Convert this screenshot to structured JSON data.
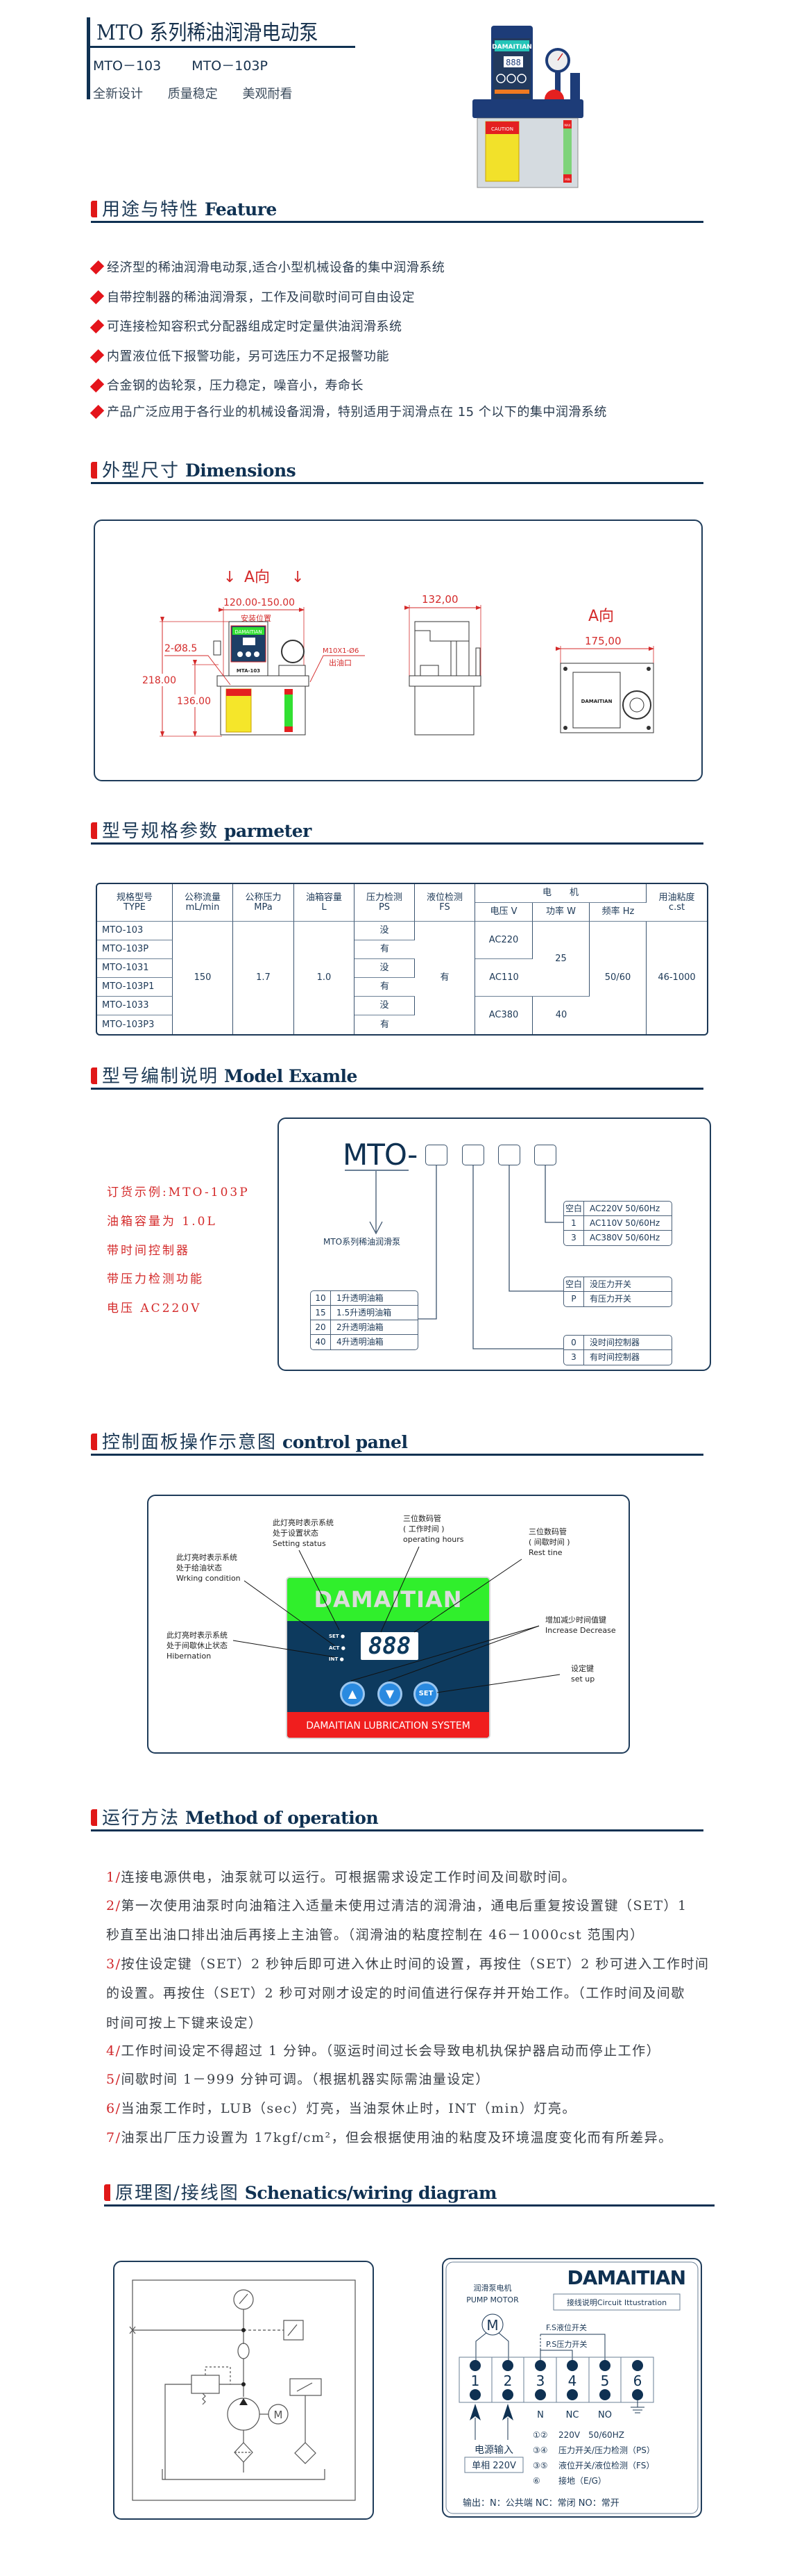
{
  "header": {
    "title": "MTO 系列稀油润滑电动泵",
    "models": [
      "MTO－103",
      "MTO－103P"
    ],
    "slogans": [
      "全新设计",
      "质量稳定",
      "美观耐看"
    ]
  },
  "product_photo": {
    "brand": "DAMAITIAN",
    "display": "888",
    "caution": "CAUTION",
    "max": "MAX",
    "min": "MIN"
  },
  "sections": {
    "features": {
      "cn": "用途与特性",
      "en": "Feature"
    },
    "dimensions": {
      "cn": "外型尺寸",
      "en": "Dimensions"
    },
    "params": {
      "cn": "型号规格参数",
      "en": "parmeter"
    },
    "model": {
      "cn": "型号编制说明",
      "en": "Model Examle"
    },
    "control": {
      "cn": "控制面板操作示意图",
      "en": "control panel"
    },
    "operation": {
      "cn": "运行方法",
      "en": "Method of operation"
    },
    "schematic": {
      "cn": "原理图/接线图",
      "en": "Schenatics/wiring diagram"
    }
  },
  "features": [
    "经济型的稀油润滑电动泵,适合小型机械设备的集中润滑系统",
    "自带控制器的稀油润滑泵，工作及间歇时间可自由设定",
    "可连接检知容积式分配器组成定时定量供油润滑系统",
    "内置液位低下报警功能，另可选压力不足报警功能",
    "合金钢的齿轮泵，压力稳定，噪音小，寿命长",
    "产品广泛应用于各行业的机械设备润滑，特别适用于润滑点在 15 个以下的集中润滑系统"
  ],
  "dimensions": {
    "a_view": "A向",
    "install_range": "120.00-150.00",
    "install_label": "安装位置",
    "height_total": "218.00",
    "height_mount": "136.00",
    "holes": "2-Ø8.5",
    "outlet_spec": "M10X1-Ø6",
    "outlet_label": "出油口",
    "model_tag": "MTA-103",
    "brand": "DAMAITIAN",
    "depth": "132,00",
    "width": "175,00"
  },
  "params": {
    "headers": [
      {
        "cn": "规格型号",
        "en": "TYPE"
      },
      {
        "cn": "公称流量",
        "en": "mL/min"
      },
      {
        "cn": "公称压力",
        "en": "MPa"
      },
      {
        "cn": "油箱容量",
        "en": "L"
      },
      {
        "cn": "压力检测",
        "en": "PS"
      },
      {
        "cn": "液位检测",
        "en": "FS"
      },
      {
        "cn": "电　　机",
        "en": ""
      },
      {
        "cn": "用油粘度",
        "en": "c.st"
      }
    ],
    "motor_sub": [
      "电压 V",
      "功率 W",
      "频率 Hz"
    ],
    "types": [
      "MTO-103",
      "MTO-103P",
      "MTO-1031",
      "MTO-103P1",
      "MTO-1033",
      "MTO-103P3"
    ],
    "flow": "150",
    "pressure": "1.7",
    "tank": "1.0",
    "ps": [
      "没",
      "有",
      "没",
      "有",
      "没",
      "有"
    ],
    "fs": "有",
    "voltage": [
      "AC220",
      "AC110",
      "AC380"
    ],
    "power": [
      "25",
      "40"
    ],
    "freq": "50/60",
    "viscosity": "46-1000"
  },
  "model": {
    "order_notes": [
      "订货示例:MTO-103P",
      "油箱容量为 1.0L",
      "带时间控制器",
      "带压力检测功能",
      "电压 AC220V"
    ],
    "prefix": "MTO-",
    "series_label": "MTO系列稀油润滑泵",
    "tank_options": [
      {
        "code": "10",
        "desc": "1升透明油箱"
      },
      {
        "code": "15",
        "desc": "1.5升透明油箱"
      },
      {
        "code": "20",
        "desc": "2升透明油箱"
      },
      {
        "code": "40",
        "desc": "4升透明油箱"
      }
    ],
    "voltage_options": [
      {
        "code": "空白",
        "desc": "AC220V 50/60Hz"
      },
      {
        "code": "1",
        "desc": "AC110V 50/60Hz"
      },
      {
        "code": "3",
        "desc": "AC380V 50/60Hz"
      }
    ],
    "pressure_options": [
      {
        "code": "空白",
        "desc": "没压力开关"
      },
      {
        "code": "P",
        "desc": "有压力开关"
      }
    ],
    "timer_options": [
      {
        "code": "0",
        "desc": "没时间控制器"
      },
      {
        "code": "3",
        "desc": "有时间控制器"
      }
    ]
  },
  "control_panel": {
    "brand": "DAMAITIAN",
    "display": "888",
    "leds": [
      "SET",
      "ACT",
      "INT"
    ],
    "set_button": "SET",
    "footer": "DAMAITIAN LUBRICATION SYSTEM",
    "callouts": {
      "setting": [
        "此灯亮时表示系统",
        "处于设置状态",
        "Setting status"
      ],
      "operating": [
        "三位数码管",
        "( 工作时间 )",
        "operating hours"
      ],
      "rest": [
        "三位数码管",
        "( 间歇时间 )",
        "Rest tine"
      ],
      "working": [
        "此灯亮时表示系统",
        "处于给油状态",
        "Wrking condition"
      ],
      "hibernation": [
        "此灯亮时表示系统",
        "处于间歇休止状态",
        "Hibernation"
      ],
      "updown": [
        "增加减少时间值键",
        "Increase Decrease"
      ],
      "setup": [
        "设定键",
        "set up"
      ]
    }
  },
  "operation": [
    {
      "num": "1/",
      "text": "连接电源供电，油泵就可以运行。可根据需求设定工作时间及间歇时间。"
    },
    {
      "num": "2/",
      "text": "第一次使用油泵时向油箱注入适量未使用过清洁的润滑油，通电后重复按设置键（SET）1"
    },
    {
      "num": "",
      "text": "秒直至出油口排出油后再接上主油管。（润滑油的粘度控制在 46－1000cst 范围内）"
    },
    {
      "num": "3/",
      "text": "按住设定键（SET）2 秒钟后即可进入休止时间的设置，再按住（SET）2 秒可进入工作时间"
    },
    {
      "num": "",
      "text": "的设置。再按住（SET）2 秒可对刚才设定的时间值进行保存并开始工作。（工作时间及间歇"
    },
    {
      "num": "",
      "text": "时间可按上下键来设定）"
    },
    {
      "num": "4/",
      "text": "工作时间设定不得超过 1 分钟。（驱运时间过长会导致电机执保护器启动而停止工作）"
    },
    {
      "num": "5/",
      "text": "间歇时间 1－999 分钟可调。（根据机器实际需油量设定）"
    },
    {
      "num": "6/",
      "text": "当油泵工作时，LUB（sec）灯亮，当油泵休止时，INT（min）灯亮。"
    },
    {
      "num": "7/",
      "text": "油泵出厂压力设置为 17kgf/cm²，但会根据使用油的粘度及环境温度变化而有所差异。"
    }
  ],
  "wiring": {
    "brand": "DAMAITIAN",
    "title": "接线说明Circuit Ittustration",
    "motor_cn": "润滑泵电机",
    "motor_en": "PUMP MOTOR",
    "motor_symbol": "M",
    "fs_label": "F.S液位开关",
    "ps_label": "P.S压力开关",
    "terminals": [
      "1",
      "2",
      "3",
      "4",
      "5",
      "6"
    ],
    "outputs": [
      "N",
      "NC",
      "NO"
    ],
    "power_in": "电源输入",
    "power_type": "单相 220V",
    "legend": [
      {
        "nums": "①②",
        "text": "220V　50/60HZ"
      },
      {
        "nums": "③④",
        "text": "压力开关/压力检测（PS）"
      },
      {
        "nums": "③⑤",
        "text": "液位开关/液位检测（FS）"
      },
      {
        "nums": "⑥",
        "text": "接地（E/G）"
      }
    ],
    "output_note": "输出：N：公共端 NC：常闭 NO：常开"
  },
  "schematic": {
    "motor_symbol": "M"
  },
  "colors": {
    "navy": "#0f3152",
    "accent_red": "#e01818",
    "panel_green": "#2ef02a",
    "dim_red": "#d42a2a"
  }
}
